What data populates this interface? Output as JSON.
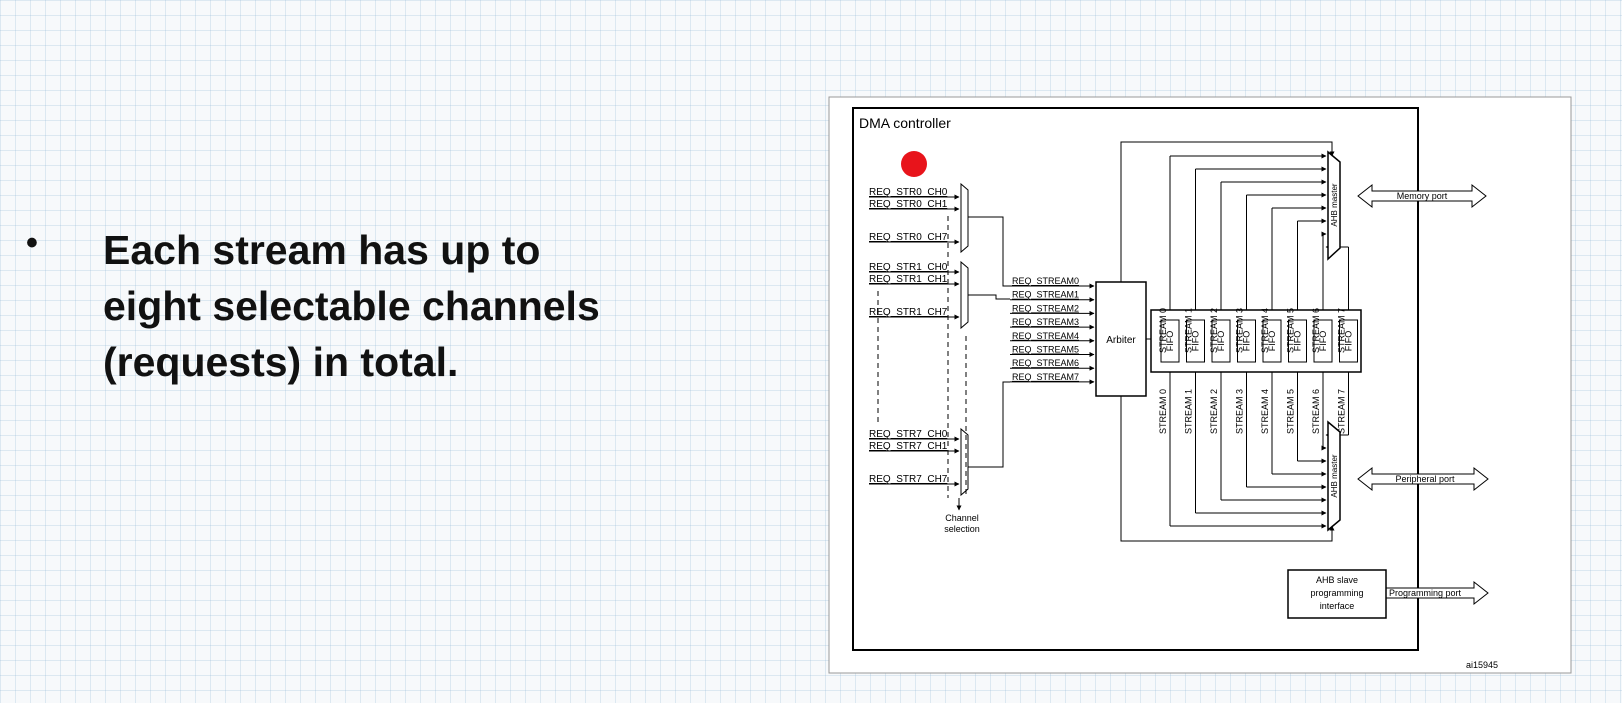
{
  "slide": {
    "bullet_lines": [
      "Each stream has up to",
      "eight selectable channels",
      "(requests) in total."
    ]
  },
  "diagram": {
    "title": "DMA controller",
    "channel_groups": [
      {
        "labels": [
          "REQ_STR0_CH0",
          "REQ_STR0_CH1",
          "REQ_STR0_CH7"
        ]
      },
      {
        "labels": [
          "REQ_STR1_CH0",
          "REQ_STR1_CH1",
          "REQ_STR1_CH7"
        ]
      },
      {
        "labels": [
          "REQ_STR7_CH0",
          "REQ_STR7_CH1",
          "REQ_STR7_CH7"
        ]
      }
    ],
    "channel_selection_label": [
      "Channel",
      "selection"
    ],
    "stream_requests": [
      "REQ_STREAM0",
      "REQ_STREAM1",
      "REQ_STREAM2",
      "REQ_STREAM3",
      "REQ_STREAM4",
      "REQ_STREAM5",
      "REQ_STREAM6",
      "REQ_STREAM7"
    ],
    "arbiter_label": "Arbiter",
    "streams_top": [
      "STREAM 0",
      "STREAM 1",
      "STREAM 2",
      "STREAM 3",
      "STREAM 4",
      "STREAM 5",
      "STREAM 6",
      "STREAM 7"
    ],
    "streams_bottom": [
      "STREAM 0",
      "STREAM 1",
      "STREAM 2",
      "STREAM 3",
      "STREAM 4",
      "STREAM 5",
      "STREAM 6",
      "STREAM 7"
    ],
    "fifo_label": "FIFO",
    "ahb_master_label": "AHB master",
    "memory_port_label": "Memory port",
    "peripheral_port_label": "Peripheral port",
    "programming_port_label": "Programming port",
    "ahb_slave_lines": [
      "AHB slave",
      "programming",
      "interface"
    ],
    "figure_id": "ai15945",
    "recording_dot_color": "#e8141b"
  }
}
